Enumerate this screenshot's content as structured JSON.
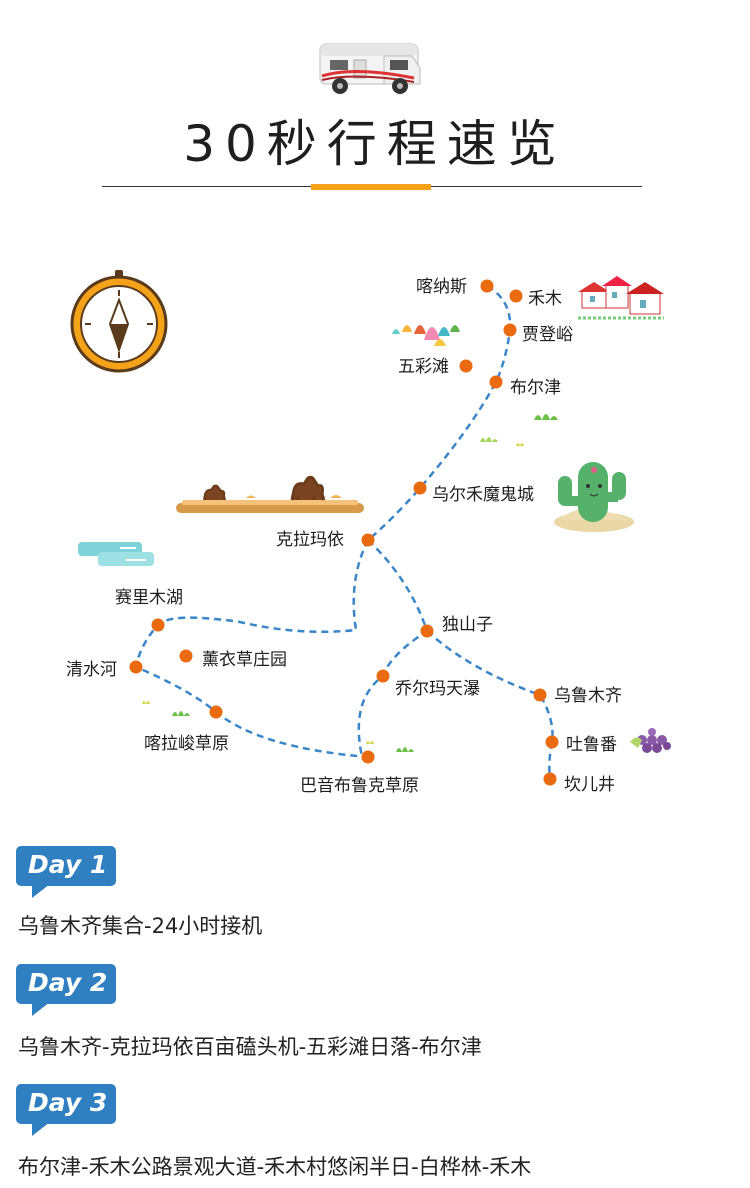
{
  "header": {
    "title": "30秒行程速览"
  },
  "route_map": {
    "stops": {
      "kanas": "喀纳斯",
      "hemu": "禾木",
      "jiadengyu": "贾登峪",
      "wucaitan": "五彩滩",
      "burqin": "布尔津",
      "wuerhe": "乌尔禾魔鬼城",
      "karamay": "克拉玛依",
      "sayram": "赛里木湖",
      "lavender": "薰衣草庄园",
      "qingshuihe": "清水河",
      "kalajun": "喀拉峻草原",
      "dushanzi": "独山子",
      "qiaoerma": "乔尔玛天瀑",
      "bayanbulak": "巴音布鲁克草原",
      "urumqi": "乌鲁木齐",
      "turpan": "吐鲁番",
      "karez": "坎儿井"
    },
    "icons": {
      "rv": "rv-camper-icon",
      "compass": "compass-icon",
      "camel": "camel-desert-icon",
      "cactus": "cactus-icon",
      "grapes": "grapes-icon",
      "houses": "village-houses-icon",
      "trees": "colorful-trees-icon",
      "lake": "lake-water-icon"
    },
    "colors": {
      "stop": "#ea6a10",
      "route": "#3a86c8",
      "accent": "#f5a21b",
      "badge": "#2f7fc1"
    }
  },
  "days": [
    {
      "badge": "Day 1",
      "desc": "乌鲁木齐集合-24小时接机"
    },
    {
      "badge": "Day 2",
      "desc": "乌鲁木齐-克拉玛依百亩磕头机-五彩滩日落-布尔津"
    },
    {
      "badge": "Day 3",
      "desc": "布尔津-禾木公路景观大道-禾木村悠闲半日-白桦林-禾木"
    }
  ]
}
